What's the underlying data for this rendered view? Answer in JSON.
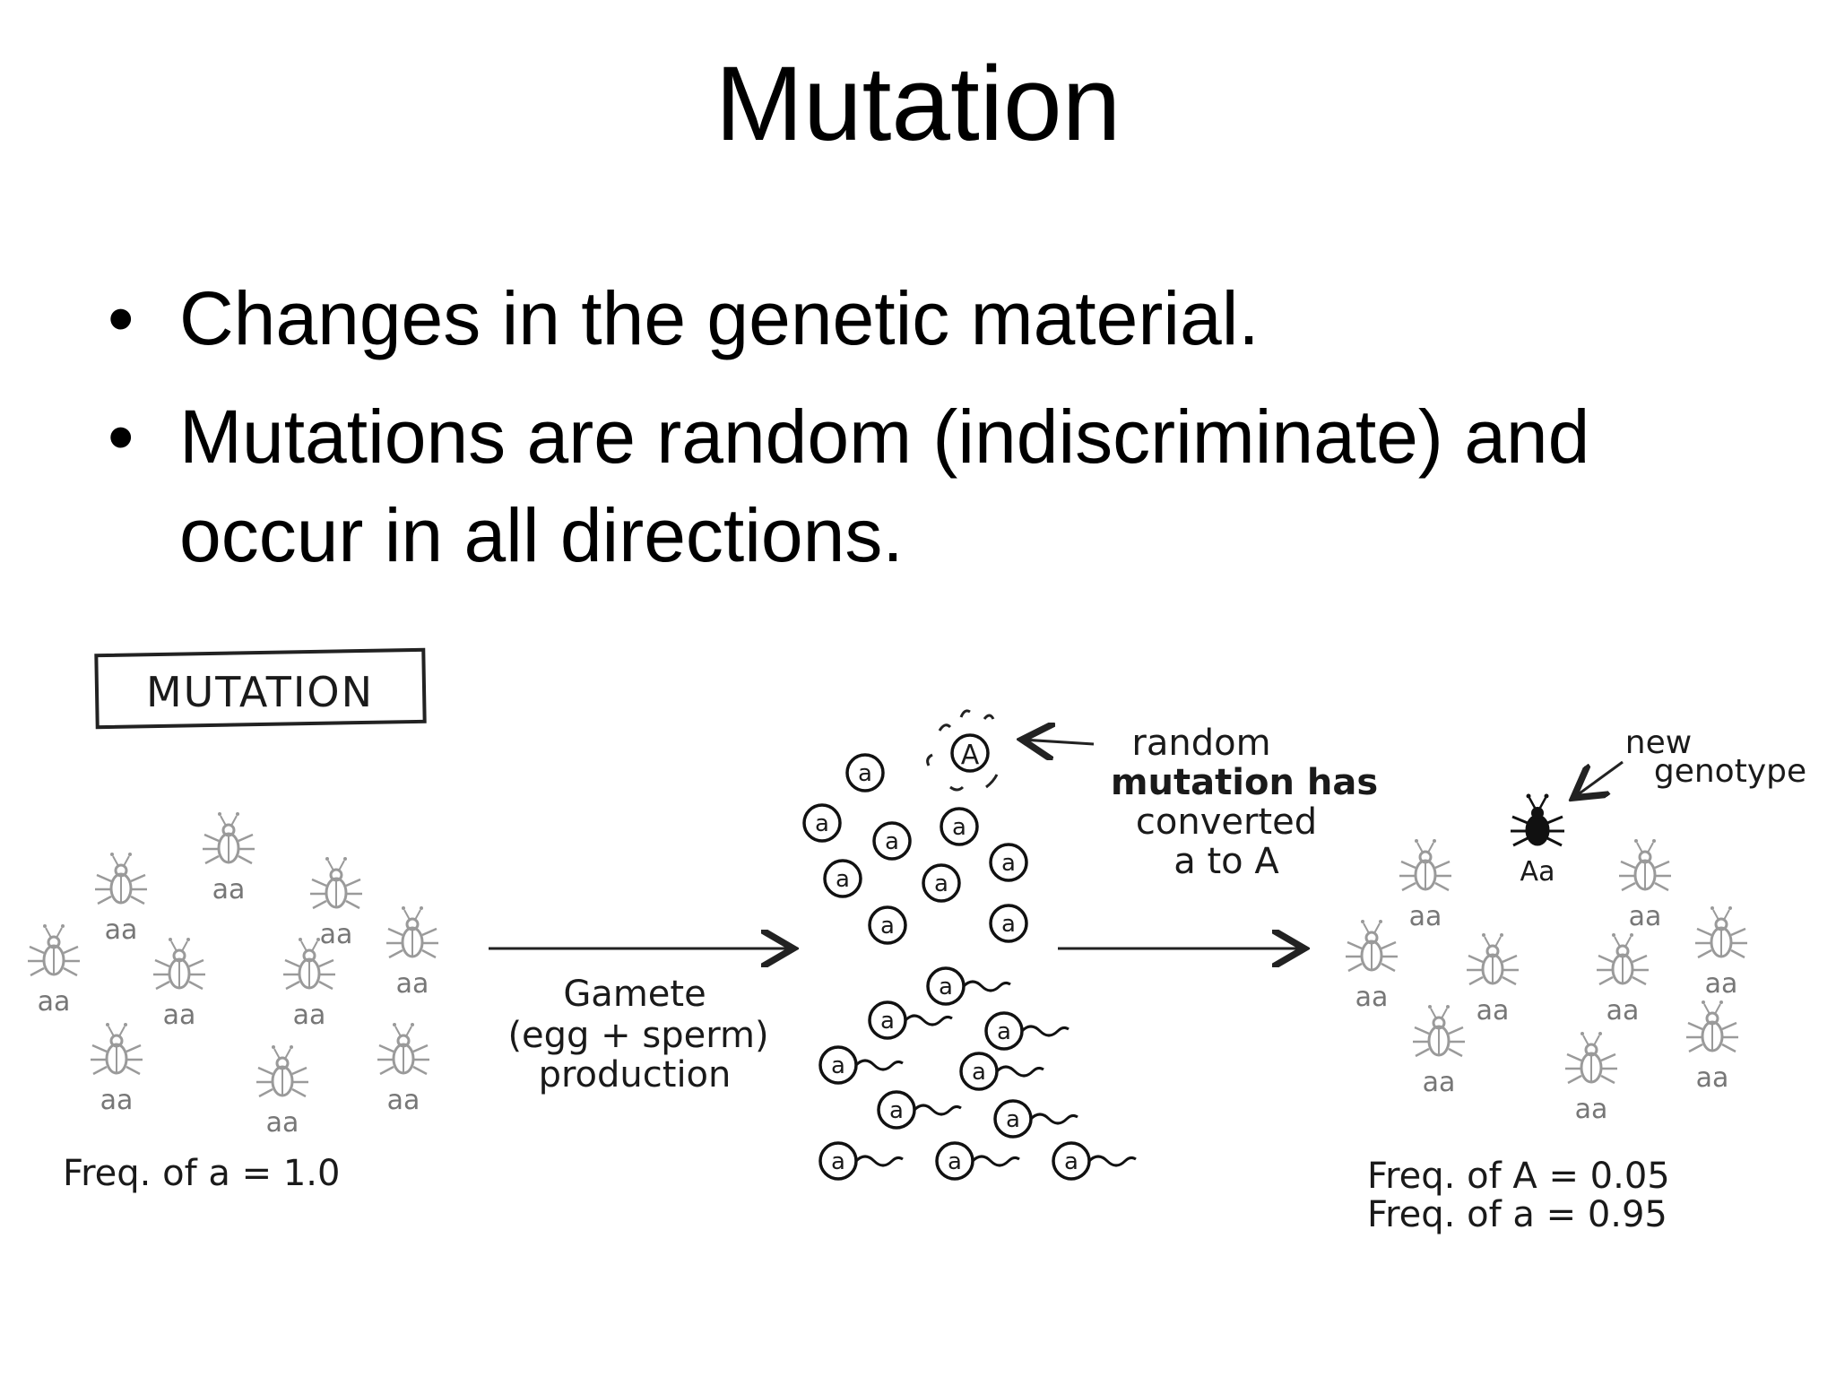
{
  "title": "Mutation",
  "bullets": [
    "Changes in the genetic material.",
    "Mutations are random (indiscriminate) and occur in all directions."
  ],
  "diagram": {
    "box_label": "MUTATION",
    "parent_genotype": "aa",
    "parent_freq": "Freq. of a = 1.0",
    "gamete_label_lines": [
      "Gamete",
      "(egg + sperm)",
      "production"
    ],
    "allele_small": "a",
    "allele_mutant": "A",
    "mutation_note_lines": [
      "random",
      "mutation has",
      "converted",
      "a to A"
    ],
    "new_genotype_lines": [
      "new",
      "genotype"
    ],
    "mutant_genotype": "Aa",
    "offspring_genotype": "aa",
    "offspring_freq_lines": [
      "Freq. of A = 0.05",
      "Freq. of a = 0.95"
    ]
  }
}
